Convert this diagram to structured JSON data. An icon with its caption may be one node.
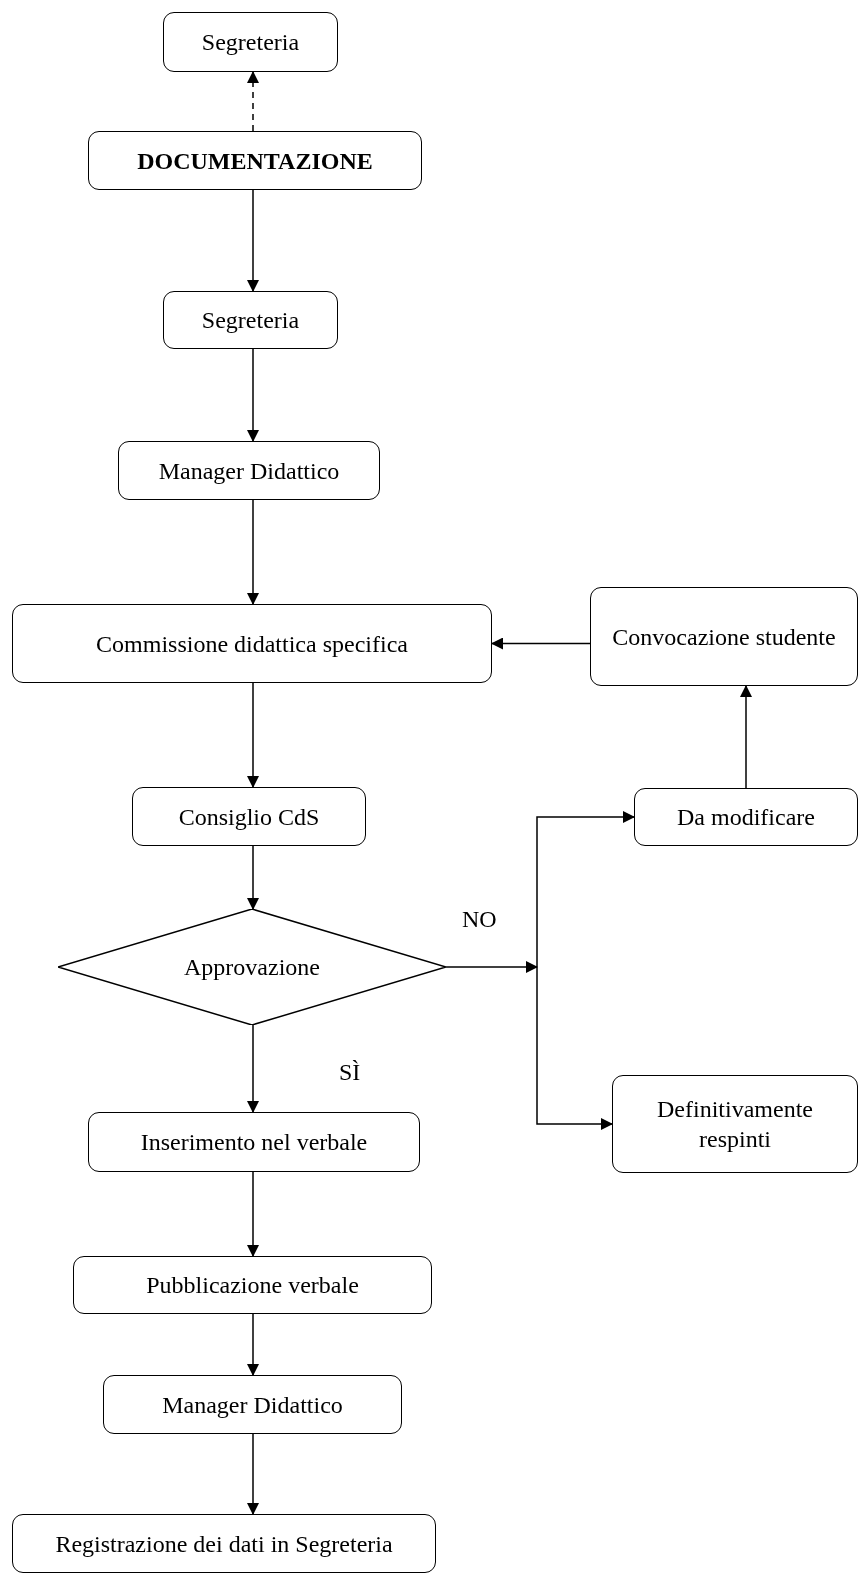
{
  "diagram": {
    "nodes": [
      {
        "text": [
          "Segreteria"
        ]
      },
      {
        "text": [
          "DOCUMENTAZIONE"
        ]
      },
      {
        "text": [
          "Segreteria"
        ]
      },
      {
        "text": [
          "Manager Didattico"
        ]
      },
      {
        "text": [
          "Commissione didattica specifica"
        ]
      },
      {
        "text": [
          "Convocazione studente"
        ]
      },
      {
        "text": [
          "Consiglio CdS"
        ]
      },
      {
        "text": [
          "Da modificare"
        ]
      },
      {
        "text": [
          "Approvazione"
        ]
      },
      {
        "text": [
          "Definitivamente respinti"
        ]
      },
      {
        "text": [
          "Inserimento nel verbale"
        ]
      },
      {
        "text": [
          "Pubblicazione verbale"
        ]
      },
      {
        "text": [
          "Manager Didattico"
        ]
      },
      {
        "text": [
          "Registrazione dei dati in Segreteria"
        ]
      }
    ],
    "edges": [
      {
        "from": 1,
        "to": 0,
        "arrow": "to",
        "style": "dashed"
      },
      {
        "from": 1,
        "to": 2,
        "arrow": "to"
      },
      {
        "from": 2,
        "to": 3,
        "arrow": "to"
      },
      {
        "from": 3,
        "to": 4,
        "arrow": "to"
      },
      {
        "from": 4,
        "to": 6,
        "arrow": "to"
      },
      {
        "from": 6,
        "to": 8,
        "arrow": "to"
      },
      {
        "from": 8,
        "to": 7,
        "arrow": "to",
        "label": "NO"
      },
      {
        "from": 8,
        "to": 9,
        "arrow": "to"
      },
      {
        "from": 7,
        "to": 5,
        "arrow": "to"
      },
      {
        "from": 5,
        "to": 4,
        "arrow": "to"
      },
      {
        "from": 8,
        "to": 10,
        "arrow": "to",
        "label": "SÌ"
      },
      {
        "from": 10,
        "to": 11,
        "arrow": "to"
      },
      {
        "from": 11,
        "to": 12,
        "arrow": "to"
      },
      {
        "from": 12,
        "to": 13,
        "arrow": "to"
      }
    ]
  }
}
